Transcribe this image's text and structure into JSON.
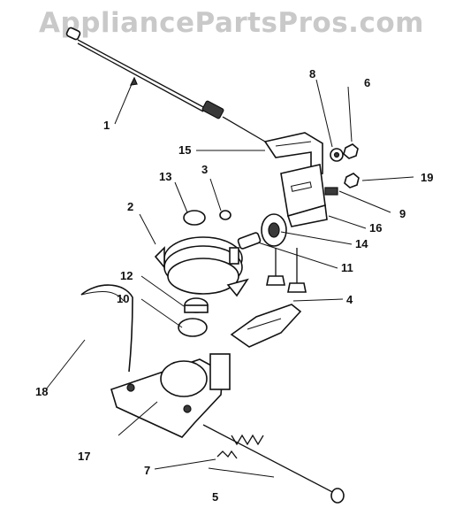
{
  "watermark": "AppliancePartsPros.com",
  "callouts": [
    "1",
    "2",
    "3",
    "4",
    "5",
    "6",
    "7",
    "8",
    "9",
    "10",
    "11",
    "12",
    "13",
    "14",
    "15",
    "16",
    "17",
    "18",
    "19"
  ]
}
